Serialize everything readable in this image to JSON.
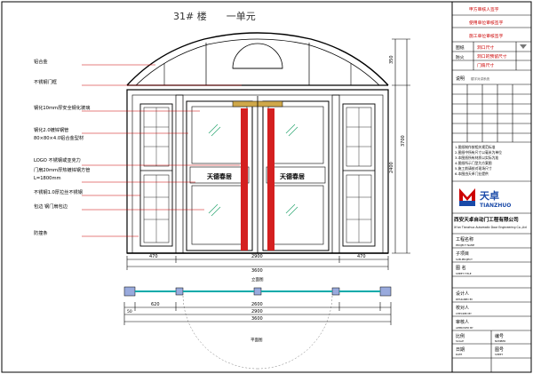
{
  "drawing": {
    "title": "31# 楼　　一单元",
    "callouts": [
      "铝合金",
      "不锈钢门框",
      "钢化10mm厚安全钢化玻璃",
      "钢化2.0镀锌钢管",
      "80×80×4.0铝合金型材",
      "LOGO 不锈钢或亚克力",
      "门扇20mm厚热镀锌钢方管",
      "L=1800mm",
      "不锈钢1.0厚拉丝不锈钢",
      "包边 钢门扇包边",
      "防撞条"
    ],
    "door_sign": "天德春居",
    "dims_bottom": [
      "470",
      "2900",
      "470"
    ],
    "dim_total": "3600",
    "dims_right": [
      "350",
      "3700",
      "2400"
    ],
    "plan_dims": [
      "620",
      "2600",
      "2900",
      "3600",
      "50"
    ],
    "section_label": "立面图",
    "plan_label": "平面图"
  },
  "titleblock": {
    "approvals": [
      "甲方审核人签字",
      "使用单位审核签字",
      "施工单位审核签字"
    ],
    "size_labels": [
      "图纸",
      "防火",
      "洞口尺寸",
      "洞口的预留尺寸",
      "门扇尺寸"
    ],
    "size_values": [
      "",
      "",
      "",
      "",
      ""
    ],
    "notes_label": "说明",
    "notes_text": "楼宇对讲系统",
    "notes": [
      "1.图纸制作按相关规范标准",
      "2.图纸中所有尺寸以毫米为单位",
      "3.本图纸所有材质以实际为准",
      "4.图纸所示门型为方案图",
      "5.施工前请核对现场尺寸",
      "6.本图由天卓门业提供"
    ],
    "logo_cn": "天卓",
    "logo_en": "TIANZHUO",
    "company_cn": "西安天卓自动门工程有限公司",
    "company_en": "Xi'an Tianzhuo Automatic Door Engineering Co.,Ltd",
    "rows": [
      {
        "label": "工程名称",
        "sub": "PROJECT NAME"
      },
      {
        "label": "子项目",
        "sub": "SUB-PROJECT"
      },
      {
        "label": "图 名",
        "sub": "SHEET TITLE"
      },
      {
        "label": "设计人",
        "sub": "DESIGNED BY"
      },
      {
        "label": "校对人",
        "sub": "CHECKED BY"
      },
      {
        "label": "审核人",
        "sub": "APPROVED BY"
      }
    ],
    "bottom": [
      {
        "label": "比例",
        "sub": "SCALE",
        "label2": "编号",
        "sub2": "NUMBER"
      },
      {
        "label": "日期",
        "sub": "DATE",
        "label2": "图号",
        "sub2": "SHEET"
      }
    ]
  }
}
